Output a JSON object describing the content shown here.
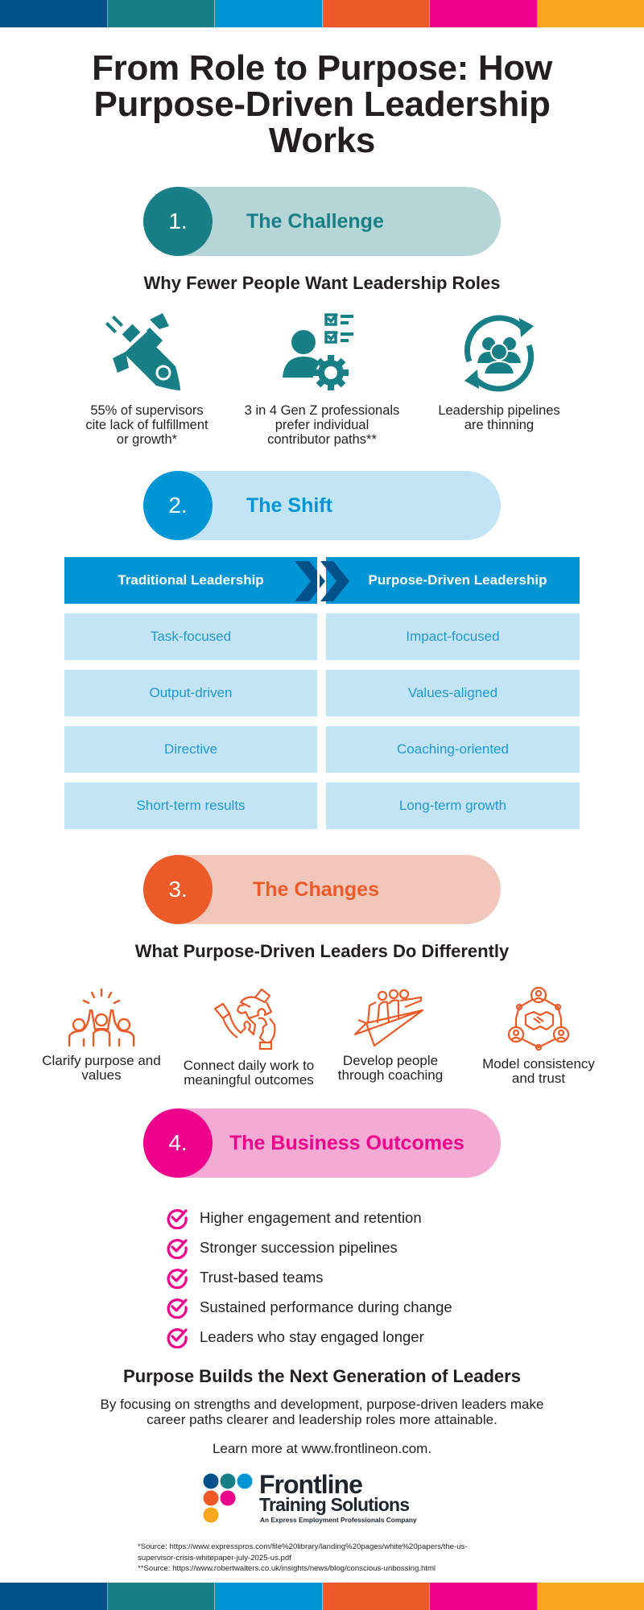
{
  "colors": {
    "navy": "#00508a",
    "teal": "#197f87",
    "blue": "#0096d6",
    "orange": "#eb5a27",
    "magenta": "#ec008c",
    "gold": "#f9a61d",
    "teal_light": "#b5d5d7",
    "blue_light": "#c3e4f4",
    "orange_light": "#f2c7bb",
    "magenta_light": "#f3abd3"
  },
  "color_bar": [
    "#00508a",
    "#197f87",
    "#0096d6",
    "#eb5a27",
    "#ec008c",
    "#f9a61d"
  ],
  "title": {
    "line1": "From Role to Purpose: How",
    "line2": "Purpose-Driven Leadership",
    "line3": "Works"
  },
  "sections": [
    {
      "number": "1.",
      "title": "The Challenge",
      "subtitle": "Why Fewer People Want Leadership Roles",
      "stats": [
        {
          "icon": "rocket-icon",
          "lines": [
            "55% of supervisors",
            "cite lack of fulfillment",
            "or growth*"
          ]
        },
        {
          "icon": "person-checklist-gear-icon",
          "lines": [
            "3 in 4 Gen Z professionals",
            "prefer individual",
            "contributor paths**"
          ]
        },
        {
          "icon": "team-cycle-icon",
          "lines": [
            "Leadership pipelines",
            "are thinning"
          ]
        }
      ]
    },
    {
      "number": "2.",
      "title": "The Shift",
      "comparison": {
        "left_header": "Traditional Leadership",
        "right_header": "Purpose-Driven Leadership",
        "rows": [
          {
            "left": "Task-focused",
            "right": "Impact-focused"
          },
          {
            "left": "Output-driven",
            "right": "Values-aligned"
          },
          {
            "left": "Directive",
            "right": "Coaching-oriented"
          },
          {
            "left": "Short-term results",
            "right": "Long-term growth"
          }
        ]
      }
    },
    {
      "number": "3.",
      "title": "The Changes",
      "subtitle": "What Purpose-Driven Leaders Do Differently",
      "actions": [
        {
          "icon": "celebrating-team-icon",
          "lines": [
            "Clarify purpose and",
            "values"
          ]
        },
        {
          "icon": "puzzle-hands-icon",
          "lines": [
            "Connect daily work to",
            "meaningful outcomes"
          ]
        },
        {
          "icon": "paper-plane-team-icon",
          "lines": [
            "Develop people",
            "through coaching"
          ]
        },
        {
          "icon": "handshake-network-icon",
          "lines": [
            "Model consistency",
            "and trust"
          ]
        }
      ]
    },
    {
      "number": "4.",
      "title": "The Business Outcomes",
      "outcomes": [
        "Higher engagement and retention",
        "Stronger succession pipelines",
        "Trust-based teams",
        "Sustained performance during change",
        "Leaders who stay engaged longer"
      ]
    }
  ],
  "closing": {
    "title": "Purpose Builds the Next Generation of Leaders",
    "text_line1": "By focusing on strengths and development, purpose-driven leaders make",
    "text_line2": "career paths clearer and leadership roles more attainable.",
    "learn_more": "Learn more at www.frontlineon.com."
  },
  "logo": {
    "name_line1": "Frontline",
    "name_line2": "Training Solutions",
    "tagline": "An Express Employment Professionals Company"
  },
  "sources": {
    "line1": "*Source: https://www.expresspros.com/file%20library/landing%20pages/white%20papers/the-us-",
    "line2": "supervisor-crisis-whitepaper-july-2025-us.pdf",
    "line3": "**Source: https://www.robertwalters.co.uk/insights/news/blog/conscious-unbossing.html"
  }
}
